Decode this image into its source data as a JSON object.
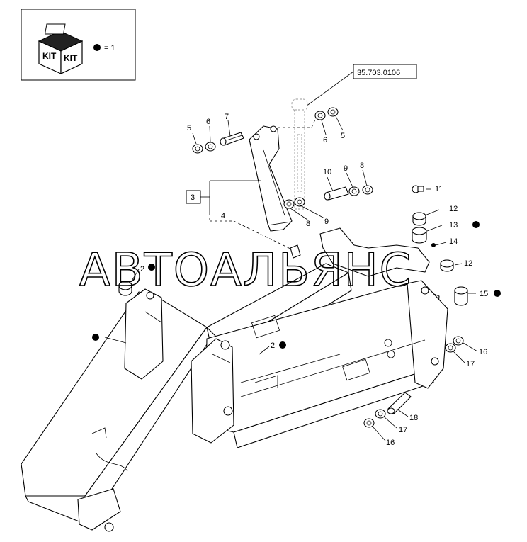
{
  "legend": {
    "kit_word_1": "KIT",
    "kit_word_2": "KIT",
    "dot_eq": "= 1"
  },
  "reference_box": "35.703.0106",
  "watermark": "АВТОАЛЬЯНС",
  "callouts": [
    {
      "id": "5a",
      "text": "5"
    },
    {
      "id": "6a",
      "text": "6"
    },
    {
      "id": "7",
      "text": "7"
    },
    {
      "id": "6b",
      "text": "6"
    },
    {
      "id": "5b",
      "text": "5"
    },
    {
      "id": "3",
      "text": "3"
    },
    {
      "id": "10",
      "text": "10"
    },
    {
      "id": "9a",
      "text": "9"
    },
    {
      "id": "8a",
      "text": "8"
    },
    {
      "id": "11",
      "text": "11"
    },
    {
      "id": "4",
      "text": "4"
    },
    {
      "id": "8b",
      "text": "8"
    },
    {
      "id": "9b",
      "text": "9"
    },
    {
      "id": "12a",
      "text": "12"
    },
    {
      "id": "13",
      "text": "13"
    },
    {
      "id": "14",
      "text": "14"
    },
    {
      "id": "12b",
      "text": "12"
    },
    {
      "id": "2a",
      "text": "2"
    },
    {
      "id": "15",
      "text": "15"
    },
    {
      "id": "2b",
      "text": "2"
    },
    {
      "id": "16a",
      "text": "16"
    },
    {
      "id": "17a",
      "text": "17"
    },
    {
      "id": "18",
      "text": "18"
    },
    {
      "id": "17b",
      "text": "17"
    },
    {
      "id": "16b",
      "text": "16"
    }
  ],
  "colors": {
    "ink": "#000000",
    "paper": "#ffffff",
    "ghost": "#9a9a9a"
  }
}
